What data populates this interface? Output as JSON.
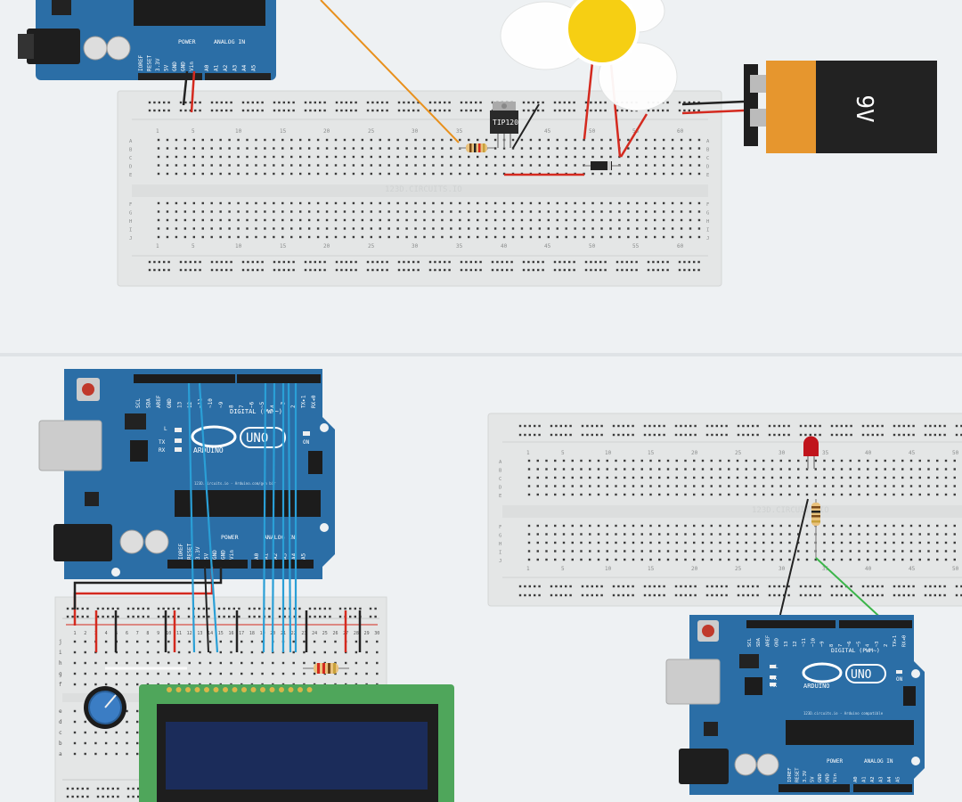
{
  "panel_top": {
    "transistor_label": "TIP120",
    "battery_label": "9V",
    "watermark": "123D.CIRCUITS.IO",
    "arduino_power_header": "POWER",
    "arduino_analog_header": "ANALOG IN",
    "power_pins": [
      "IOREF",
      "RESET",
      "3.3V",
      "5V",
      "GND",
      "GND",
      "Vin"
    ],
    "analog_pins": [
      "A0",
      "A1",
      "A2",
      "A3",
      "A4",
      "A5"
    ],
    "col_numbers": [
      "1",
      "5",
      "10",
      "15",
      "20",
      "25",
      "30",
      "35",
      "40",
      "45",
      "50",
      "55",
      "60"
    ],
    "row_letters_top": [
      "A",
      "B",
      "C",
      "D",
      "E"
    ],
    "row_letters_bottom": [
      "F",
      "G",
      "H",
      "I",
      "J"
    ]
  },
  "panel_left": {
    "brand": "ARDUINO",
    "model": "UNO",
    "digital_label": "DIGITAL (PWM~)",
    "site_text": "123D.circuits.io - Arduino.com/gen bir",
    "on_label": "ON",
    "tx_label": "TX",
    "rx_label": "RX",
    "l_label": "L",
    "top_pins": [
      "SCL",
      "SDA",
      "AREF",
      "GND",
      "13",
      "12",
      "~11",
      "~10",
      "~9",
      "8",
      "7",
      "~6",
      "~5",
      "4",
      "~3",
      "2",
      "TX▸1",
      "RX◂0"
    ],
    "power_header": "POWER",
    "analog_header": "ANALOG IN",
    "power_pins": [
      "IOREF",
      "RESET",
      "3.3V",
      "5V",
      "GND",
      "GND",
      "Vin"
    ],
    "analog_pins": [
      "A0",
      "A1",
      "A2",
      "A3",
      "A4",
      "A5"
    ],
    "bb_cols": [
      "1",
      "2",
      "3",
      "4",
      "5",
      "6",
      "7",
      "8",
      "9",
      "10",
      "11",
      "12",
      "13",
      "14",
      "15",
      "16",
      "17",
      "18",
      "19",
      "20",
      "21",
      "22",
      "23",
      "24",
      "25",
      "26",
      "27",
      "28",
      "29",
      "30"
    ],
    "bb_rows_top": [
      "j",
      "i",
      "h",
      "g",
      "f"
    ],
    "bb_rows_bottom": [
      "e",
      "d",
      "c",
      "b",
      "a"
    ]
  },
  "panel_right": {
    "brand": "ARDUINO",
    "model": "UNO",
    "digital_label": "DIGITAL (PWM~)",
    "site_text": "123D.circuits.io - Arduino compatible",
    "on_label": "ON",
    "tx_label": "TX",
    "rx_label": "RX",
    "l_label": "L",
    "top_pins": [
      "SCL",
      "SDA",
      "AREF",
      "GND",
      "13",
      "12",
      "~11",
      "~10",
      "~9",
      "8",
      "7",
      "~6",
      "~5",
      "4",
      "~3",
      "2",
      "TX▸1",
      "RX◂0"
    ],
    "power_header": "POWER",
    "analog_header": "ANALOG IN",
    "power_pins": [
      "IOREF",
      "RESET",
      "3.3V",
      "5V",
      "GND",
      "GND",
      "Vin"
    ],
    "analog_pins": [
      "A0",
      "A1",
      "A2",
      "A3",
      "A4",
      "A5"
    ],
    "watermark": "123D.CIRCUITS.IO",
    "col_numbers": [
      "1",
      "5",
      "10",
      "15",
      "20",
      "25",
      "30",
      "35",
      "40",
      "45",
      "50"
    ],
    "row_letters_top": [
      "A",
      "B",
      "C",
      "D",
      "E"
    ],
    "row_letters_bottom": [
      "F",
      "G",
      "H",
      "I",
      "J"
    ]
  },
  "colors": {
    "board": "#2b6ea6",
    "board_dark": "#1f5d92",
    "breadboard": "#e4e6e6",
    "wire_red": "#d42a1f",
    "wire_black": "#222222",
    "wire_blue": "#2a9fd6",
    "wire_orange": "#e8901c",
    "wire_green": "#3bb54a",
    "lcd_pcb": "#4fa65b",
    "lcd_screen": "#1b2c5a",
    "battery_orange": "#e6962e",
    "battery_black": "#222222"
  }
}
